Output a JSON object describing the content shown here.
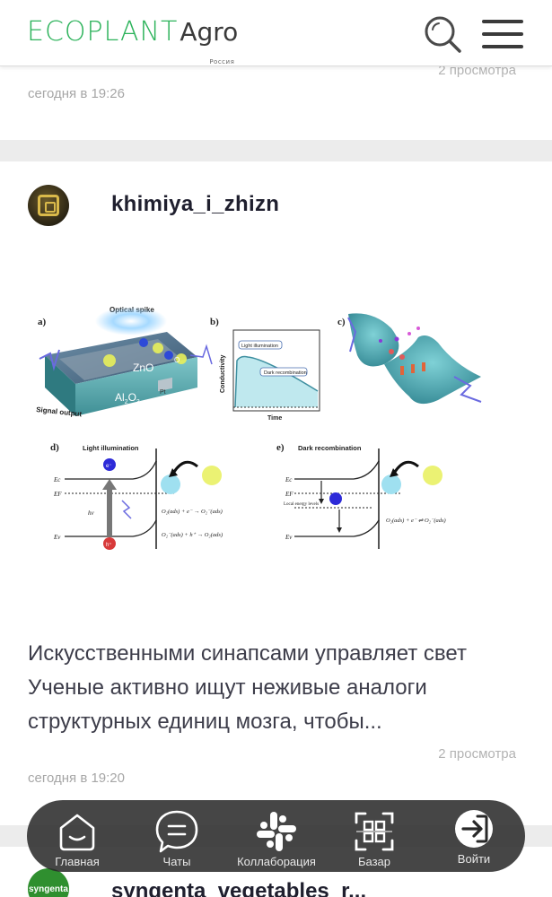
{
  "header": {
    "logo_main": "ECOPLANT",
    "logo_agro": "Agro",
    "logo_sub": "Россия"
  },
  "posts": [
    {
      "views": "2 просмотра",
      "time": "сегодня в 19:26"
    },
    {
      "author": "khimiya_i_zhizn",
      "text_lines": [
        "Искусственными синапсами управляет свет",
        "Ученые активно ищут неживые аналоги",
        "структурных единиц мозга, чтобы..."
      ],
      "views": "2 просмотра",
      "time": "сегодня в 19:20",
      "figure": {
        "label_a": "a)",
        "label_b": "b)",
        "label_c": "c)",
        "label_d": "d)",
        "label_e": "e)",
        "optical_spike": "Optical spike",
        "signal_output": "Signal output",
        "zno": "ZnO",
        "al2o3": "Al",
        "al2o3_sub": "2",
        "al2o3_end": "O",
        "al2o3_sub2": "3",
        "pt": "Pt",
        "o2": "O",
        "light_illumination_box": "Light illumination",
        "dark_recombination_box": "Dark recombination",
        "conductivity": "Conductivity",
        "time_axis": "Time",
        "title_d": "Light illumination",
        "title_e": "Dark recombination",
        "ec": "Ec",
        "ef": "EF",
        "ev": "Ev",
        "hv": "hν",
        "e_minus": "e⁻",
        "h_plus": "h⁺",
        "local_levels": "Local energy levels",
        "eq_d1": "O₂(ads) + e⁻ → O₂⁻(ads)",
        "eq_d2": "O₂⁻(ads) + h⁺ → O₂(ads)",
        "eq_e1": "O₂(ads) + e⁻ ⇌ O₂⁻(ads)"
      }
    },
    {
      "author": "syngenta_vegetables_r...",
      "avatar_text": "syngenta"
    }
  ],
  "nav": [
    {
      "label": "Главная",
      "icon": "home-icon"
    },
    {
      "label": "Чаты",
      "icon": "chat-icon"
    },
    {
      "label": "Коллаборация",
      "icon": "slack-icon"
    },
    {
      "label": "Базар",
      "icon": "scan-icon"
    },
    {
      "label": "Войти",
      "icon": "login-icon"
    }
  ],
  "colors": {
    "brand_green": "#2db35b",
    "nav_bg": "#282828",
    "text_dark": "#1f1f2e",
    "text_muted": "#a6a6a6"
  }
}
